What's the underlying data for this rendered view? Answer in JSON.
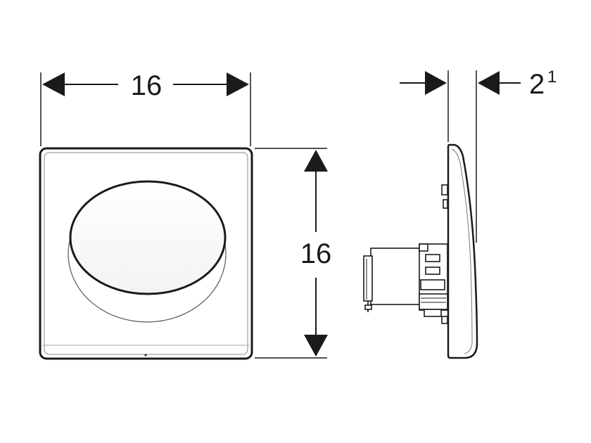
{
  "dimensions": {
    "width_label": "16",
    "height_label": "16",
    "depth_label_main": "2",
    "depth_label_sup": "1"
  },
  "colors": {
    "line": "#1a1a1a",
    "background": "#ffffff"
  }
}
